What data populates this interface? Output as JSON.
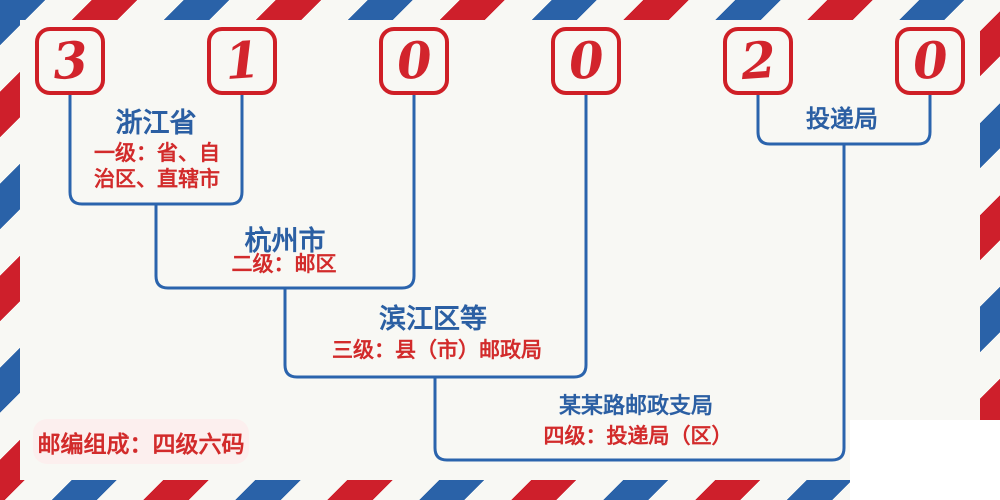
{
  "postal_code": {
    "digits": [
      "3",
      "1",
      "0",
      "0",
      "2",
      "0"
    ]
  },
  "labels": {
    "level1_name": "浙江省",
    "level1_desc_line1": "一级：省、自",
    "level1_desc_line2": "治区、直辖市",
    "level2_name": "杭州市",
    "level2_desc": "二级：邮区",
    "level3_name": "滨江区等",
    "level3_desc": "三级：县（市）邮政局",
    "level4_name": "某某路邮政支局",
    "level4_desc": "四级：投递局（区）",
    "delivery_name": "投递局",
    "footer_note": "邮编组成：四级六码"
  },
  "colors": {
    "stripe_red": "#ce1f2b",
    "stripe_blue": "#2a62a8",
    "box_red": "#cf1f26",
    "digit_red": "#d2242c",
    "name_blue": "#2b5fa3",
    "desc_red": "#d22b2b",
    "line_blue": "#2b64ad",
    "background": "#f8f8f4",
    "footer_pill_bg": "#fcefee"
  }
}
